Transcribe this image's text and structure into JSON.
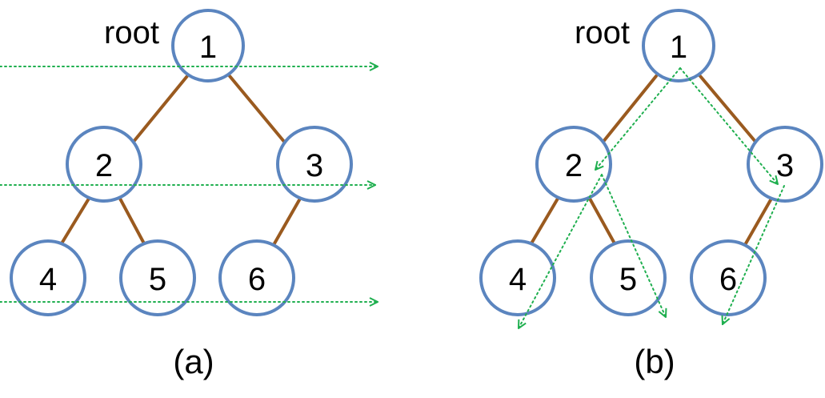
{
  "colors": {
    "node_stroke": "#5B85BF",
    "edge": "#9A5A1F",
    "traversal": "#1FAF4F",
    "text": "#000000"
  },
  "panels": [
    {
      "id": "a",
      "caption": "(a)",
      "root_label": "root",
      "nodes": [
        {
          "id": "n1",
          "label": "1"
        },
        {
          "id": "n2",
          "label": "2"
        },
        {
          "id": "n3",
          "label": "3"
        },
        {
          "id": "n4",
          "label": "4"
        },
        {
          "id": "n5",
          "label": "5"
        },
        {
          "id": "n6",
          "label": "6"
        }
      ],
      "edges": [
        [
          "n1",
          "n2"
        ],
        [
          "n1",
          "n3"
        ],
        [
          "n2",
          "n4"
        ],
        [
          "n2",
          "n5"
        ],
        [
          "n3",
          "n6"
        ]
      ],
      "traversal": "level-order"
    },
    {
      "id": "b",
      "caption": "(b)",
      "root_label": "root",
      "nodes": [
        {
          "id": "n1",
          "label": "1"
        },
        {
          "id": "n2",
          "label": "2"
        },
        {
          "id": "n3",
          "label": "3"
        },
        {
          "id": "n4",
          "label": "4"
        },
        {
          "id": "n5",
          "label": "5"
        },
        {
          "id": "n6",
          "label": "6"
        }
      ],
      "edges": [
        [
          "n1",
          "n2"
        ],
        [
          "n1",
          "n3"
        ],
        [
          "n2",
          "n4"
        ],
        [
          "n2",
          "n5"
        ],
        [
          "n3",
          "n6"
        ]
      ],
      "traversal": "depth-first"
    }
  ]
}
